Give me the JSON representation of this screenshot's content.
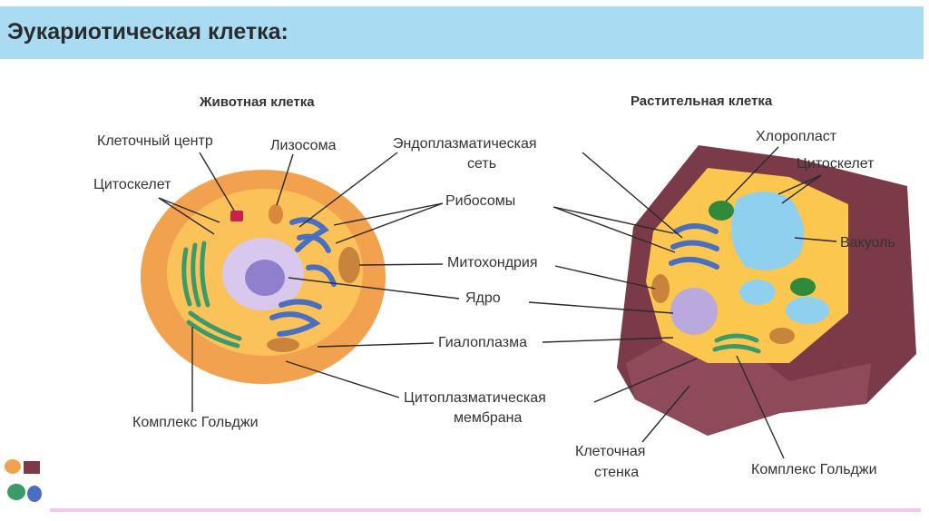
{
  "title": "Эукариотическая клетка:",
  "animal": {
    "heading": "Животная клетка",
    "labels": {
      "centrosome": "Клеточный центр",
      "lysosome": "Лизосома",
      "cytoskeleton": "Цитоскелет",
      "golgi": "Комплекс Гольджи"
    }
  },
  "plant": {
    "heading": "Растительная клетка",
    "labels": {
      "chloroplast": "Хлоропласт",
      "cytoskeleton": "Цитоскелет",
      "vacuole": "Вакуоль",
      "cell_wall_1": "Клеточная",
      "cell_wall_2": "стенка",
      "golgi": "Комплекс Гольджи"
    }
  },
  "shared": {
    "er_1": "Эндоплазматическая",
    "er_2": "сеть",
    "ribosomes": "Рибосомы",
    "mitochondria": "Митохондрия",
    "nucleus": "Ядро",
    "hyaloplasm": "Гиалоплазма",
    "membrane_1": "Цитоплазматическая",
    "membrane_2": "мембрана"
  },
  "colors": {
    "title_bar": "#a9dbf2",
    "animal_outer": "#f2a24e",
    "animal_inner": "#fbc25a",
    "cell_wall": "#7a3a48",
    "cytoplasm": "#fcc74f",
    "nucleus": "#b9a9dd",
    "er": "#4a6fc2",
    "golgi": "#3a9a6a",
    "vacuole": "#8fd0ee",
    "chloroplast": "#2f8a3c",
    "mitochondria": "#c8843a"
  }
}
